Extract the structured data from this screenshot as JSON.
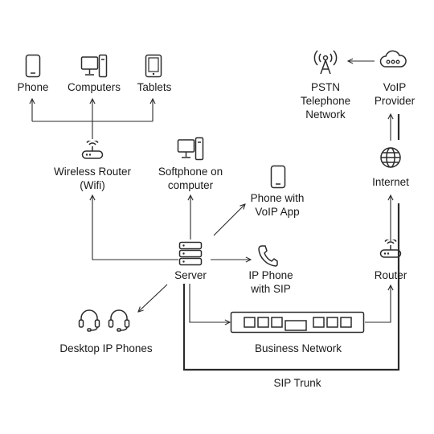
{
  "nodes": {
    "phone": "Phone",
    "computers": "Computers",
    "tablets": "Tablets",
    "pstn": [
      "PSTN",
      "Telephone",
      "Network"
    ],
    "voip_provider": [
      "VoIP",
      "Provider"
    ],
    "wireless_router": [
      "Wireless Router",
      "(Wifi)"
    ],
    "softphone": [
      "Softphone on",
      "computer"
    ],
    "phone_voip_app": [
      "Phone with",
      "VoIP App"
    ],
    "internet": "Internet",
    "server": "Server",
    "ip_phone": [
      "IP Phone",
      "with SIP"
    ],
    "router": "Router",
    "desktop_ip_phones": "Desktop IP Phones",
    "business_network": "Business Network",
    "sip_trunk": "SIP Trunk"
  },
  "icons": {
    "phone": "smartphone-icon",
    "computers": "computers-icon",
    "tablets": "tablet-icon",
    "pstn": "antenna-tower-icon",
    "voip_provider": "cloud-icon",
    "wireless_router": "wifi-router-icon",
    "softphone": "computer-icon",
    "phone_voip_app": "smartphone-icon",
    "internet": "globe-icon",
    "server": "server-icon",
    "ip_phone": "handset-icon",
    "router": "router-icon",
    "desktop_ip_phones": "headset-icon",
    "business_network": "network-switch-icon"
  },
  "colors": {
    "stroke": "#2b2b2b",
    "text": "#1a1a1a",
    "background": "#ffffff"
  }
}
